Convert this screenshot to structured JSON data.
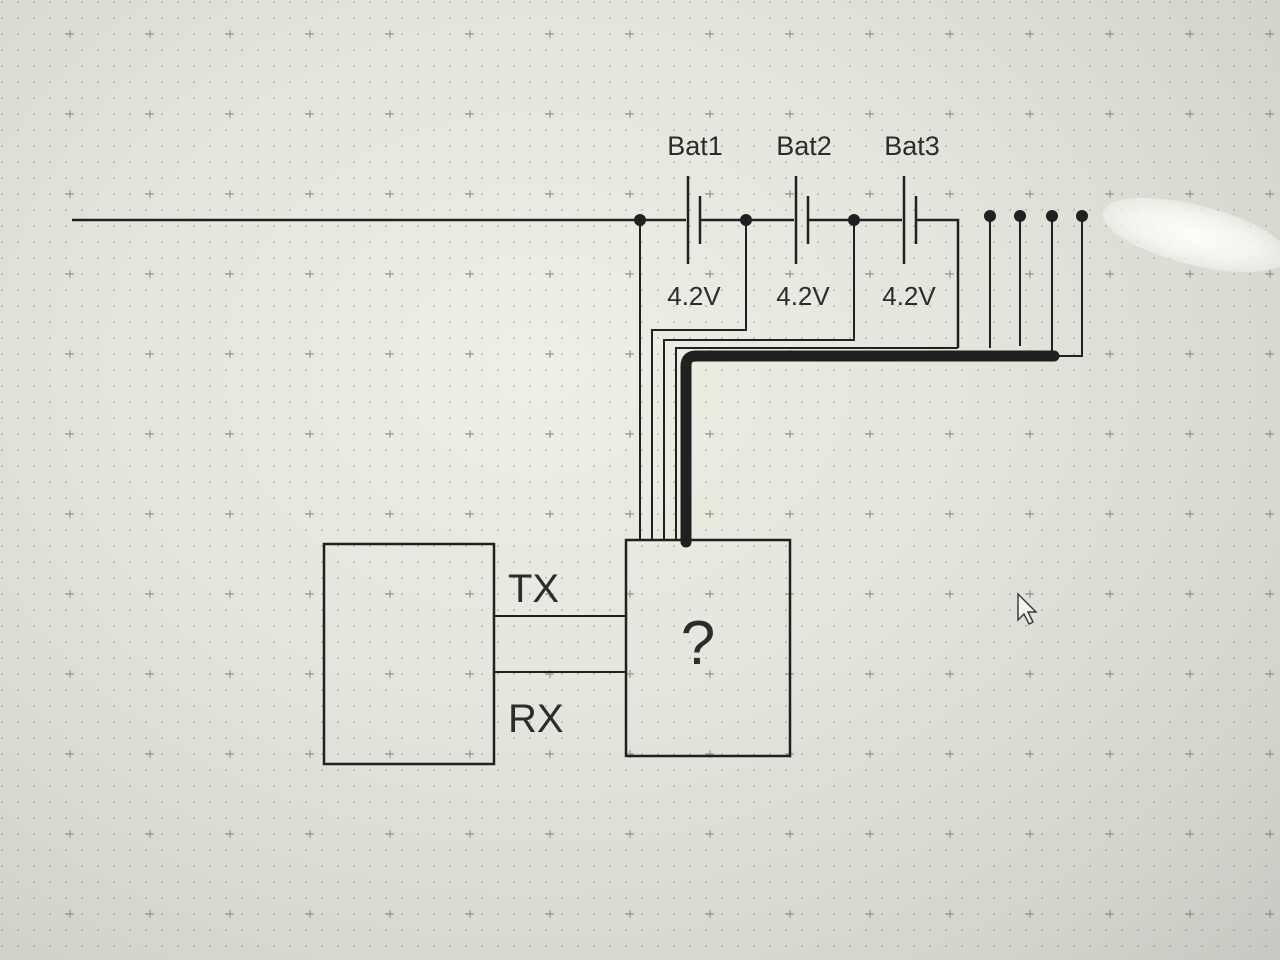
{
  "diagram": {
    "batteries": [
      {
        "name": "Bat1",
        "voltage": "4.2V"
      },
      {
        "name": "Bat2",
        "voltage": "4.2V"
      },
      {
        "name": "Bat3",
        "voltage": "4.2V"
      }
    ],
    "unknown_module_label": "?",
    "tx_label": "TX",
    "rx_label": "RX"
  },
  "colors": {
    "wire": "#1e2120",
    "background": "#e6e8de",
    "grid": "#8c908a"
  },
  "icons": {
    "cursor": "mouse-pointer-icon"
  }
}
